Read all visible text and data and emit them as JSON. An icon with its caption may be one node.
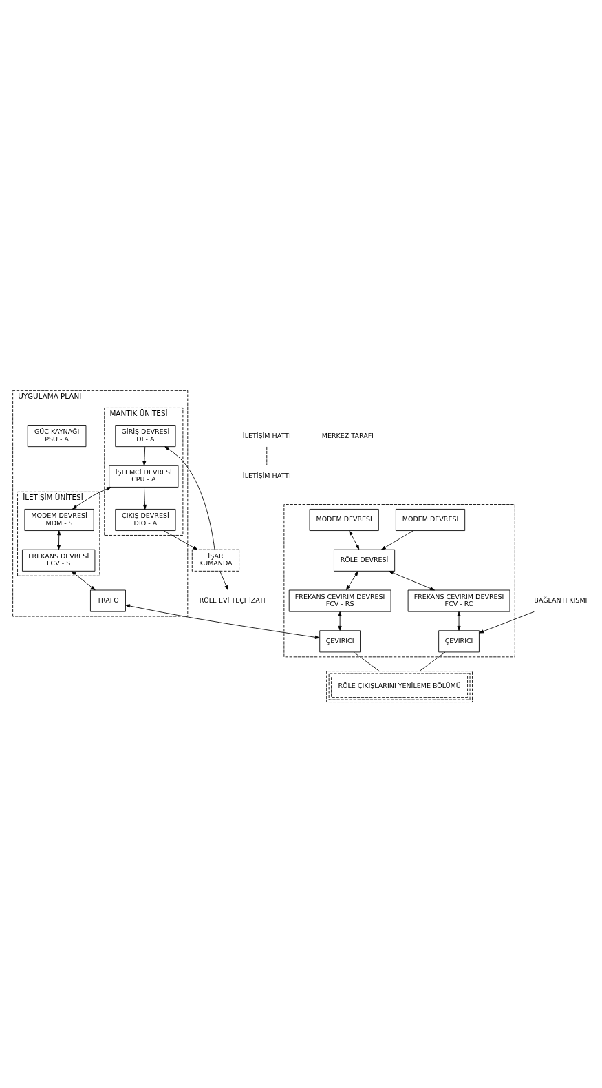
{
  "diagram": {
    "nodes": [
      {
        "text": [
          "İŞAR",
          "KUMANDA"
        ]
      },
      {
        "text": [
          "RÖLE EVİ TEÇHİZATI"
        ]
      },
      {
        "text": [
          "UYGULAMA PLANI"
        ]
      },
      {
        "text": [
          "MANTIK ÜNİTESİ"
        ],
        "in": 2
      },
      {
        "text": [
          "GİRİŞ DEVRESİ",
          "DI - A"
        ],
        "in": 3
      },
      {
        "text": [
          "ÇIKIŞ DEVRESİ",
          "DIO - A"
        ],
        "in": 3
      },
      {
        "text": [
          "İŞLEMCİ DEVRESİ",
          "CPU - A"
        ],
        "in": 3
      },
      {
        "text": [
          "GÜÇ KAYNAĞI",
          "PSU - A"
        ],
        "in": 2
      },
      {
        "text": [
          "İLETİŞİM ÜNİTESİ"
        ],
        "in": 2
      },
      {
        "text": [
          "MODEM DEVRESİ",
          "MDM - S"
        ],
        "in": 8
      },
      {
        "text": [
          "FREKANS DEVRESİ",
          "FCV - S"
        ],
        "in": 8
      },
      {
        "text": [
          "TRAFO"
        ],
        "in": 2
      },
      {
        "text": [],
        "shape": "box"
      },
      {
        "text": [
          "MODEM DEVRESİ"
        ],
        "in": 12
      },
      {
        "text": [
          "MODEM DEVRESİ"
        ],
        "in": 12
      },
      {
        "text": [
          "RÖLE DEVRESİ"
        ],
        "in": 12
      },
      {
        "text": [
          "FREKANS ÇEVİRİM DEVRESİ",
          "FCV - RS"
        ],
        "in": 12
      },
      {
        "text": [
          "FREKANS ÇEVİRİM DEVRESİ",
          "FCV - RC"
        ],
        "in": 12
      },
      {
        "text": [
          "ÇEVİRİCİ"
        ],
        "in": 12
      },
      {
        "text": [
          "ÇEVİRİCİ"
        ],
        "in": 12
      },
      {
        "text": [
          "RÖLE ÇIKIŞLARINI YENİLEME BÖLÜMÜ"
        ]
      },
      {
        "text": [
          "İLETİŞİM HATTI"
        ]
      },
      {
        "text": [
          "BAĞLANTI KISMI"
        ]
      },
      {
        "text": [
          "İLETİŞİM HATTI"
        ]
      }
    ],
    "edges": [
      {
        "from": 0,
        "to": 4,
        "arrow": "to"
      },
      {
        "from": 5,
        "to": 0,
        "arrow": "to"
      },
      {
        "from": 0,
        "to": 1,
        "arrow": "to"
      },
      {
        "from": 4,
        "to": 6,
        "arrow": "to"
      },
      {
        "from": 6,
        "to": 5,
        "arrow": "to"
      },
      {
        "from": 6,
        "to": 9,
        "arrow": "both"
      },
      {
        "from": 9,
        "to": 10,
        "arrow": "both"
      },
      {
        "from": 10,
        "to": 11,
        "arrow": "both"
      },
      {
        "from": 11,
        "to": 18,
        "arrow": "both"
      },
      {
        "from": 13,
        "to": 15,
        "arrow": "to"
      },
      {
        "from": 14,
        "to": 15,
        "arrow": "both"
      },
      {
        "from": 15,
        "to": 16,
        "arrow": "both"
      },
      {
        "from": 15,
        "to": 17,
        "arrow": "both"
      },
      {
        "from": 16,
        "to": 18,
        "arrow": "both"
      },
      {
        "from": 17,
        "to": 19,
        "arrow": "both"
      },
      {
        "from": 18,
        "to": 20,
        "arrow": "none"
      },
      {
        "from": 19,
        "to": 20,
        "arrow": "none"
      },
      {
        "from": 22,
        "to": 19,
        "arrow": "to"
      },
      {
        "from": 21,
        "to": 23,
        "arrow": "none",
        "style": "dashed"
      }
    ],
    "labels": [
      "MERKEZ TARAFI"
    ]
  }
}
